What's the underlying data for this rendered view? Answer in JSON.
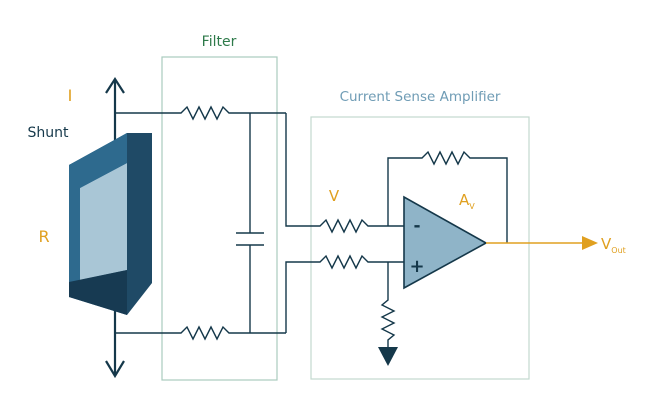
{
  "labels": {
    "filter": "Filter",
    "amplifier": "Current Sense Amplifier",
    "current_top": "I",
    "shunt": "Shunt",
    "resistance": "R",
    "voltage": "V",
    "gain_main": "A",
    "gain_sub": "V",
    "minus": "-",
    "plus": "+",
    "vout_main": "V",
    "vout_sub": "Out"
  },
  "colors": {
    "wire": "#15384a",
    "filter_text": "#2e7a4a",
    "amplifier_text": "#6f9cb5",
    "accent": "#e0a020",
    "box_border": "#a9cbbd",
    "amp_box_border": "#c3d9cf",
    "opamp_fill": "#8fb4c8",
    "shunt_face": "#a9c6d6",
    "shunt_frame": "#2e6a8e",
    "shunt_side": "#1f4a66",
    "shunt_bottom": "#173a52"
  }
}
